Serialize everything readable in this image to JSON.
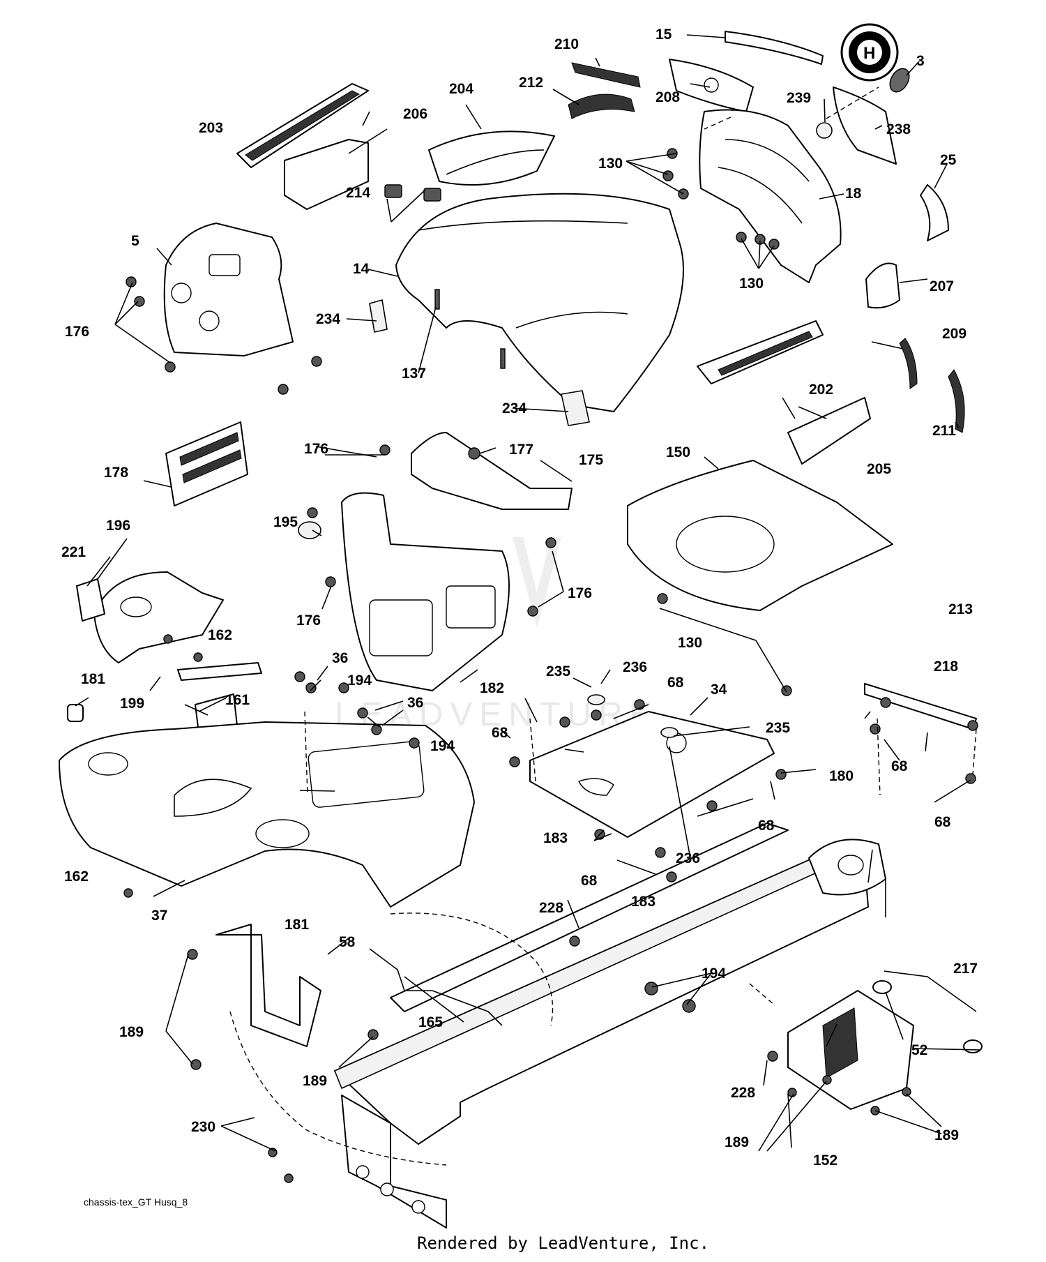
{
  "callouts": [
    "3",
    "5",
    "14",
    "15",
    "18",
    "25",
    "34",
    "36",
    "36",
    "37",
    "52",
    "58",
    "68",
    "68",
    "68",
    "68",
    "68",
    "68",
    "130",
    "130",
    "130",
    "137",
    "150",
    "152",
    "161",
    "162",
    "162",
    "165",
    "175",
    "176",
    "176",
    "176",
    "176",
    "177",
    "178",
    "180",
    "181",
    "181",
    "182",
    "183",
    "183",
    "189",
    "189",
    "189",
    "189",
    "194",
    "194",
    "194",
    "195",
    "196",
    "199",
    "202",
    "203",
    "204",
    "205",
    "206",
    "207",
    "208",
    "209",
    "210",
    "211",
    "212",
    "213",
    "214",
    "217",
    "218",
    "221",
    "228",
    "228",
    "230",
    "234",
    "234",
    "235",
    "235",
    "236",
    "236",
    "238",
    "239"
  ],
  "watermark": "LEADVENTURE",
  "footer": {
    "diagram_code": "chassis-tex_GT Husq_8",
    "credit": "Rendered by LeadVenture, Inc."
  }
}
